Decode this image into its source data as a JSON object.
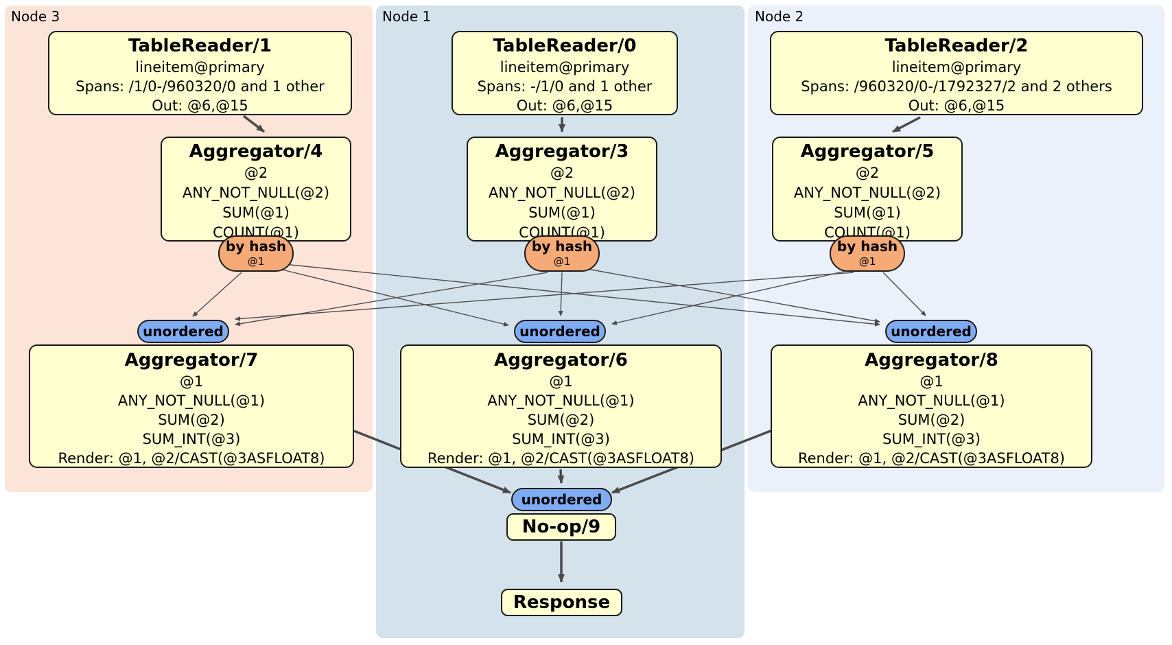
{
  "regions": {
    "node3": {
      "label": "Node 3"
    },
    "node1": {
      "label": "Node 1"
    },
    "node2": {
      "label": "Node 2"
    }
  },
  "boxes": {
    "tr1": {
      "title": "TableReader/1",
      "lines": [
        "lineitem@primary",
        "Spans: /1/0-/960320/0 and 1 other",
        "Out: @6,@15"
      ]
    },
    "tr0": {
      "title": "TableReader/0",
      "lines": [
        "lineitem@primary",
        "Spans: -/1/0 and 1 other",
        "Out: @6,@15"
      ]
    },
    "tr2": {
      "title": "TableReader/2",
      "lines": [
        "lineitem@primary",
        "Spans: /960320/0-/1792327/2 and 2 others",
        "Out: @6,@15"
      ]
    },
    "agg4": {
      "title": "Aggregator/4",
      "lines": [
        "@2",
        "ANY_NOT_NULL(@2)",
        "SUM(@1)",
        "COUNT(@1)"
      ]
    },
    "agg3": {
      "title": "Aggregator/3",
      "lines": [
        "@2",
        "ANY_NOT_NULL(@2)",
        "SUM(@1)",
        "COUNT(@1)"
      ]
    },
    "agg5": {
      "title": "Aggregator/5",
      "lines": [
        "@2",
        "ANY_NOT_NULL(@2)",
        "SUM(@1)",
        "COUNT(@1)"
      ]
    },
    "agg7": {
      "title": "Aggregator/7",
      "lines": [
        "@1",
        "ANY_NOT_NULL(@1)",
        "SUM(@2)",
        "SUM_INT(@3)",
        "Render: @1, @2/CAST(@3ASFLOAT8)"
      ]
    },
    "agg6": {
      "title": "Aggregator/6",
      "lines": [
        "@1",
        "ANY_NOT_NULL(@1)",
        "SUM(@2)",
        "SUM_INT(@3)",
        "Render: @1, @2/CAST(@3ASFLOAT8)"
      ]
    },
    "agg8": {
      "title": "Aggregator/8",
      "lines": [
        "@1",
        "ANY_NOT_NULL(@1)",
        "SUM(@2)",
        "SUM_INT(@3)",
        "Render: @1, @2/CAST(@3ASFLOAT8)"
      ]
    },
    "noop": {
      "title": "No-op/9"
    },
    "response": {
      "title": "Response"
    }
  },
  "pills": {
    "byhash_left": {
      "label": "by hash",
      "sub": "@1"
    },
    "byhash_center": {
      "label": "by hash",
      "sub": "@1"
    },
    "byhash_right": {
      "label": "by hash",
      "sub": "@1"
    },
    "unordered_left": {
      "label": "unordered"
    },
    "unordered_center": {
      "label": "unordered"
    },
    "unordered_right": {
      "label": "unordered"
    },
    "unordered_bottom": {
      "label": "unordered"
    }
  },
  "colors": {
    "node3_bg": "#fce4d9",
    "node1_bg": "#d4e2eb",
    "node2_bg": "#eaf1fb",
    "box_bg": "#ffffd0",
    "hash_pill_bg": "#f5aa77",
    "stream_pill_bg": "#7fabf2",
    "edge": "#4a4a4a"
  }
}
